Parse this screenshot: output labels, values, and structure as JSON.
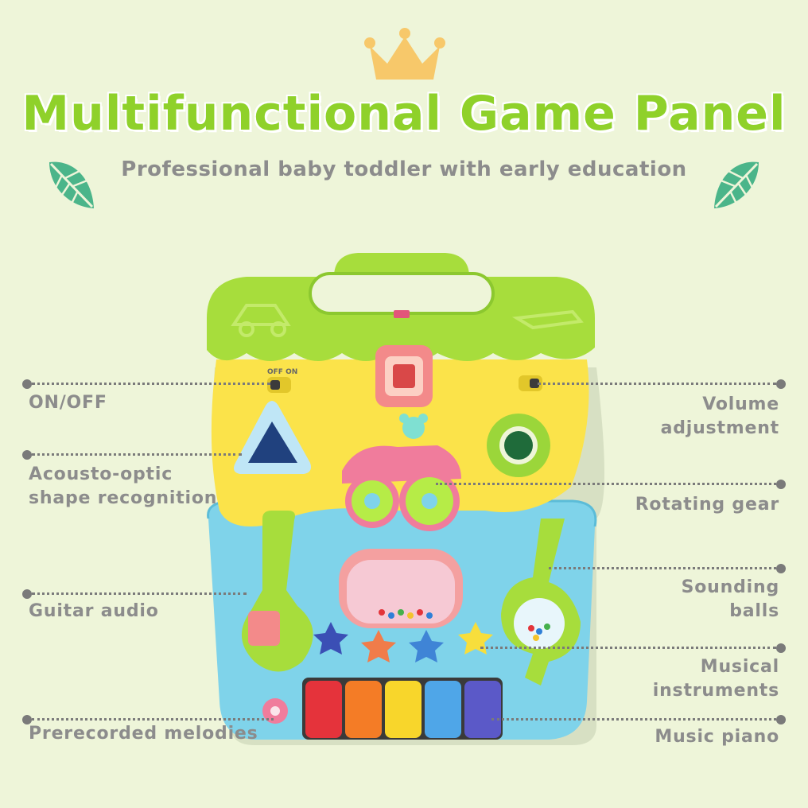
{
  "header": {
    "title": "Multifunctional Game Panel",
    "subtitle": "Professional baby toddler with early education"
  },
  "colors": {
    "background": "#eef5d9",
    "title": "#8fd12a",
    "label": "#8c8c8c",
    "crown": "#f7c86a",
    "leaf": "#4bb58a"
  },
  "icons": [
    "crown-icon",
    "leaf-icon"
  ],
  "callouts": {
    "on_off": "ON/OFF",
    "shape": [
      "Acousto-optic",
      "shape recognition"
    ],
    "guitar": "Guitar audio",
    "melodies": "Prerecorded melodies",
    "volume": [
      "Volume",
      "adjustment"
    ],
    "gear": "Rotating gear",
    "balls": [
      "Sounding",
      "balls"
    ],
    "instruments": [
      "Musical",
      "instruments"
    ],
    "piano": "Music piano"
  },
  "toy": {
    "switch_text": "OFF ON"
  }
}
